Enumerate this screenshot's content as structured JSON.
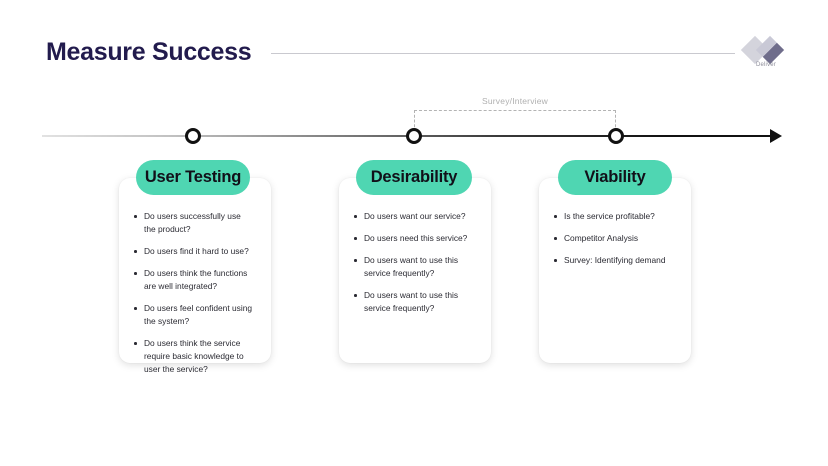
{
  "header": {
    "title": "Measure Success"
  },
  "logo": {
    "label": "Deliver",
    "left_diamond_color": "#d4d4dc",
    "right_diamond_color": "#6f6d8b"
  },
  "timeline": {
    "survey_label": "Survey/Interview",
    "node_count": 3,
    "axis_color": "#111111"
  },
  "theme": {
    "accent": "#4fd6b2",
    "title_color": "#221b4d",
    "background": "#ffffff",
    "body_text": "#2b2b33",
    "muted_text": "#b0b0b0"
  },
  "cards": [
    {
      "title": "User Testing",
      "bullets": [
        "Do users successfully use the product?",
        "Do users find it hard to use?",
        "Do users think the functions are well integrated?",
        "Do users feel confident using the system?",
        "Do users think the service require basic knowledge to user the service?"
      ]
    },
    {
      "title": "Desirability",
      "bullets": [
        "Do users want our service?",
        "Do users need this service?",
        "Do users want to use this service frequently?",
        "Do users want to use this service frequently?"
      ]
    },
    {
      "title": "Viability",
      "bullets": [
        "Is the service profitable?",
        "Competitor Analysis",
        "Survey: Identifying demand"
      ]
    }
  ]
}
